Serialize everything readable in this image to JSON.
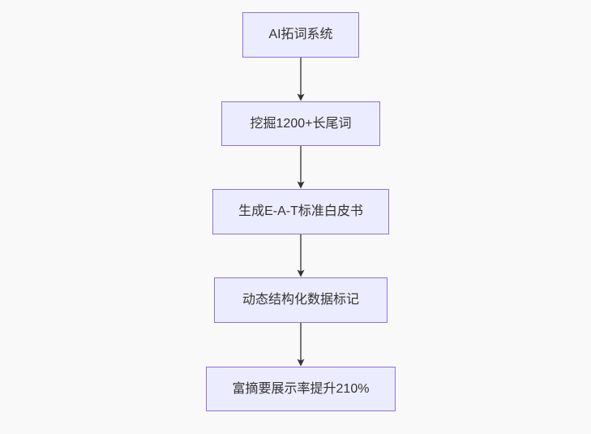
{
  "diagram": {
    "type": "flowchart-top-down",
    "colors": {
      "background": "#f9f9f9",
      "node_fill": "#ECECFF",
      "node_border": "#9370DB",
      "edge_line": "#666666",
      "edge_arrowhead": "#333333",
      "text": "#333333"
    },
    "nodes": [
      {
        "label": "AI拓词系统"
      },
      {
        "label": "挖掘1200+长尾词"
      },
      {
        "label": "生成E-A-T标准白皮书"
      },
      {
        "label": "动态结构化数据标记"
      },
      {
        "label": "富摘要展示率提升210%"
      }
    ],
    "edges": [
      {
        "from": 0,
        "to": 1
      },
      {
        "from": 1,
        "to": 2
      },
      {
        "from": 2,
        "to": 3
      },
      {
        "from": 3,
        "to": 4
      }
    ]
  }
}
